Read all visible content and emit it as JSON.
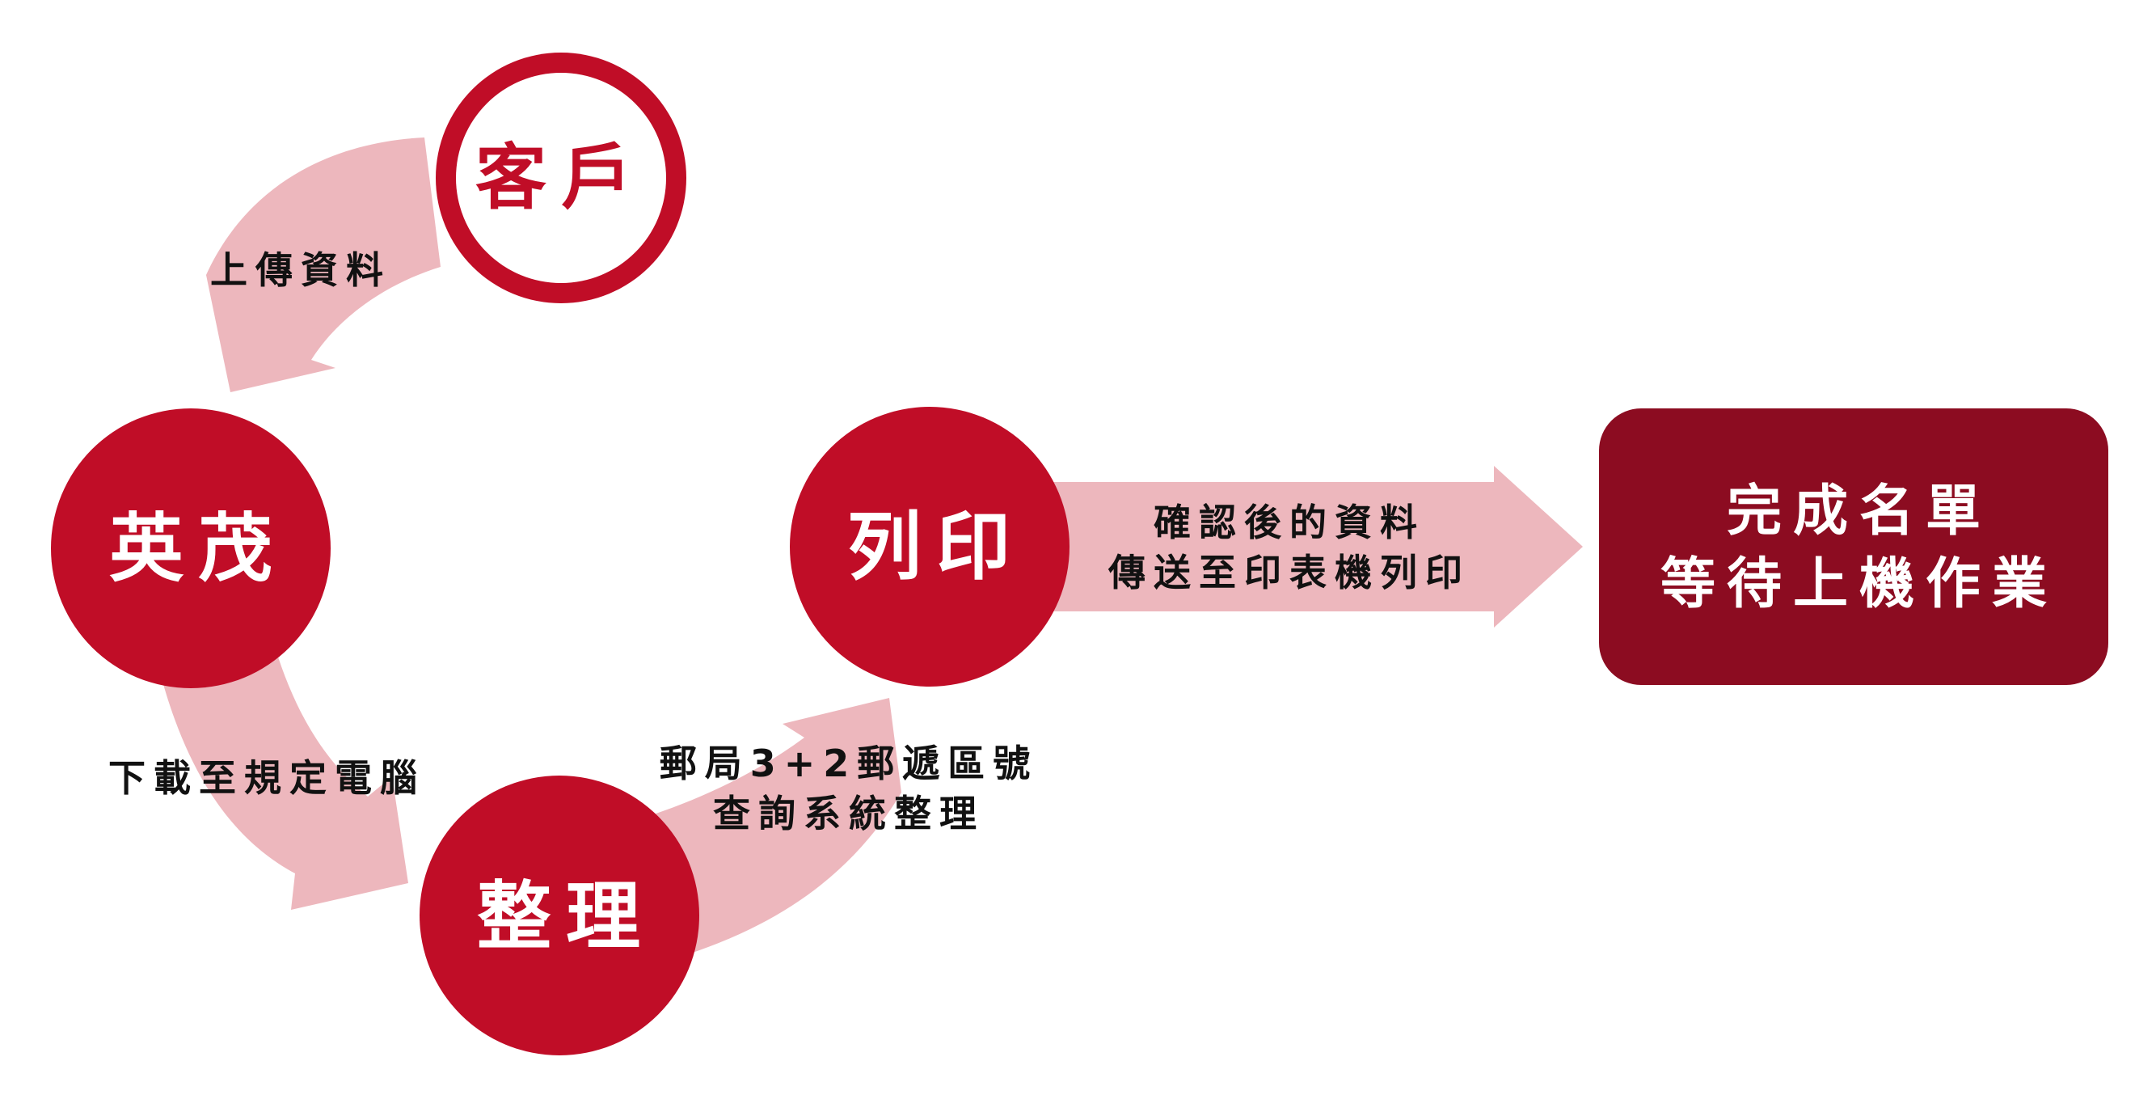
{
  "colors": {
    "node_red": "#c00d27",
    "arrow_pink": "#edb7bd",
    "box_dark_red": "#8c0c21",
    "label_text": "#111111"
  },
  "nodes": {
    "client": "客戶",
    "yingmao": "英茂",
    "organize": "整理",
    "print": "列印"
  },
  "labels": {
    "upload": "上傳資料",
    "download": "下載至規定電腦",
    "postal_line1": "郵局3+2郵遞區號",
    "postal_line2": "查詢系統整理",
    "confirm_line1": "確認後的資料",
    "confirm_line2": "傳送至印表機列印"
  },
  "result_box": {
    "line1": "完成名單",
    "line2": "等待上機作業"
  }
}
